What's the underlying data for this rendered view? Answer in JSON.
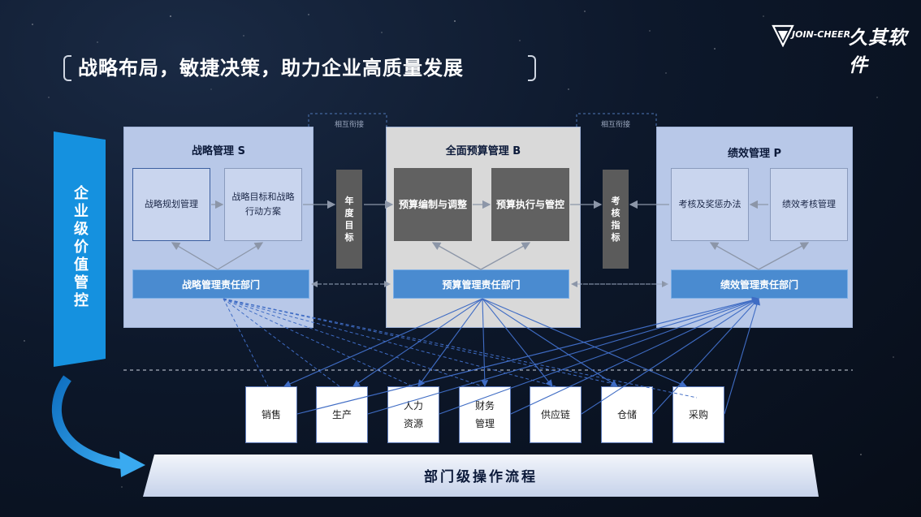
{
  "title": "战略布局，敏捷决策，助力企业高质量发展",
  "logo": {
    "text_en": "JOIN-CHEER",
    "text_cn": "久其软件"
  },
  "left_label": "企业级价值管控",
  "bottom_label": "部门级操作流程",
  "strategy": {
    "title": "战略管理 S",
    "box1": "战略规划管理",
    "box2": "战略目标和战略行动方案",
    "dept": "战略管理责任部门"
  },
  "budget": {
    "title": "全面预算管理 B",
    "box1": "预算编制与调整",
    "box2": "预算执行与管控",
    "dept": "预算管理责任部门"
  },
  "performance": {
    "title": "绩效管理 P",
    "box1": "考核及奖惩办法",
    "box2": "绩效考核管理",
    "dept": "绩效管理责任部门"
  },
  "connector1": {
    "bar": "年度目标",
    "label": "相互衔接"
  },
  "connector2": {
    "bar": "考核指标",
    "label": "相互衔接"
  },
  "departments": [
    "销售",
    "生产",
    "人力资源",
    "财务管理",
    "供应链",
    "仓储",
    "采购"
  ],
  "colors": {
    "accent": "#4a8bd0",
    "panel_blue": "#b8c8e8",
    "panel_gray": "#d9d9d9",
    "dark_box": "#616161"
  }
}
